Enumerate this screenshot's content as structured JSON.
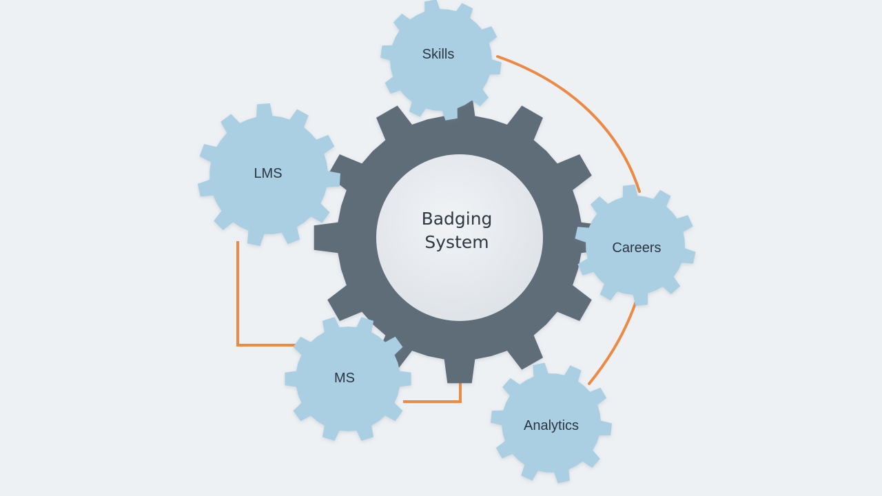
{
  "center": {
    "label_line1": "Badging",
    "label_line2": "System"
  },
  "nodes": {
    "skills": {
      "label": "Skills"
    },
    "lms": {
      "label": "LMS"
    },
    "careers": {
      "label": "Careers"
    },
    "ms": {
      "label": "MS"
    },
    "analytics": {
      "label": "Analytics"
    }
  },
  "colors": {
    "background": "#eef1f4",
    "main_gear": "#5f6d79",
    "main_hub": "#e6e9ed",
    "satellite_gear": "#aacfe3",
    "connector": "#ea8a45",
    "label_text": "#2b3440"
  }
}
